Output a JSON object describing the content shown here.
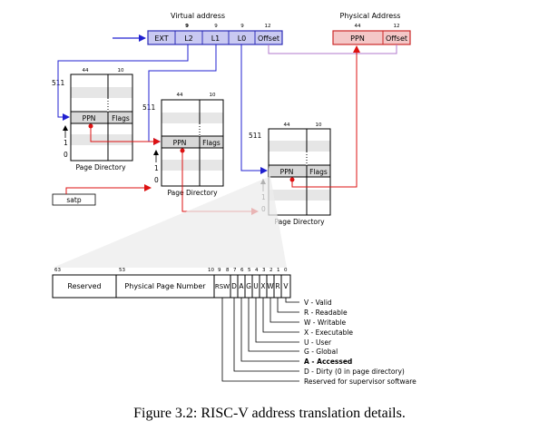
{
  "virtual_address": {
    "title": "Virtual address",
    "fields": [
      "EXT",
      "L2",
      "L1",
      "L0",
      "Offset"
    ],
    "widths": [
      "9",
      "9",
      "9",
      "12"
    ]
  },
  "physical_address": {
    "title": "Physical Address",
    "fields": [
      "PPN",
      "Offset"
    ],
    "widths": [
      "44",
      "12"
    ]
  },
  "page_directory": {
    "label": "Page Directory",
    "col_widths": [
      "44",
      "10"
    ],
    "row_top": "511",
    "row_one": "1",
    "row_zero": "0",
    "ppn_label": "PPN",
    "flags_label": "Flags"
  },
  "satp": "satp",
  "pte": {
    "bit_labels": [
      "63",
      "53",
      "10",
      "9",
      "8",
      "7",
      "6",
      "5",
      "4",
      "3",
      "2",
      "1",
      "0"
    ],
    "fields": [
      "Reserved",
      "Physical Page Number",
      "RSW",
      "D",
      "A",
      "G",
      "U",
      "X",
      "W",
      "R",
      "V"
    ],
    "legend": [
      "V - Valid",
      "R  - Readable",
      "W - Writable",
      "X - Executable",
      "U - User",
      "G - Global",
      "A - Accessed",
      "D - Dirty (0 in page directory)",
      "Reserved for supervisor software"
    ]
  },
  "caption": "Figure 3.2: RISC-V address translation details.",
  "colors": {
    "virtual_fill": "#c9c9f2",
    "virtual_stroke": "#2e2eb8",
    "physical_fill": "#f4c7c7",
    "physical_stroke": "#cc2a2a",
    "arrow_blue": "#2020d0",
    "arrow_red": "#dd1111",
    "shade": "#e6e6e6",
    "highlight": "#d8d8d8"
  }
}
